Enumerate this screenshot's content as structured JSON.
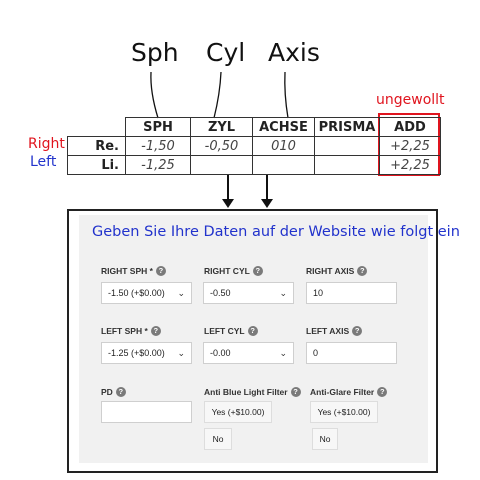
{
  "annotations": {
    "sph": "Sph",
    "cyl": "Cyl",
    "axis": "Axis",
    "unwanted": "ungewollt",
    "right": "Right",
    "left": "Left",
    "right_color": "#e0141e",
    "left_color": "#2233cc"
  },
  "rx_table": {
    "headers": [
      "SPH",
      "ZYL",
      "ACHSE",
      "PRISMA",
      "ADD"
    ],
    "rows": [
      {
        "label": "Re.",
        "sph": "-1,50",
        "zyl": "-0,50",
        "achse": "010",
        "prisma": "",
        "add": "+2,25"
      },
      {
        "label": "Li.",
        "sph": "-1,25",
        "zyl": "",
        "achse": "",
        "prisma": "",
        "add": "+2,25"
      }
    ]
  },
  "arrows": [
    "arrow-down-icon",
    "arrow-down-icon"
  ],
  "form": {
    "title": "Geben Sie Ihre Daten auf der Website wie folgt ein",
    "right_sph": {
      "label": "RIGHT SPH *",
      "value": "-1.50 (+$0.00)"
    },
    "right_cyl": {
      "label": "RIGHT CYL",
      "value": "-0.50"
    },
    "right_axis": {
      "label": "RIGHT AXIS",
      "value": "10"
    },
    "left_sph": {
      "label": "LEFT SPH *",
      "value": "-1.25 (+$0.00)"
    },
    "left_cyl": {
      "label": "LEFT CYL",
      "value": "-0.00"
    },
    "left_axis": {
      "label": "LEFT AXIS",
      "value": "0"
    },
    "pd": {
      "label": "PD",
      "value": ""
    },
    "anti_blue": {
      "label": "Anti Blue Light Filter",
      "yes": "Yes (+$10.00)",
      "no": "No"
    },
    "anti_glare": {
      "label": "Anti-Glare Filter",
      "yes": "Yes (+$10.00)",
      "no": "No"
    },
    "help_glyph": "?",
    "chevron_glyph": "⌄"
  }
}
